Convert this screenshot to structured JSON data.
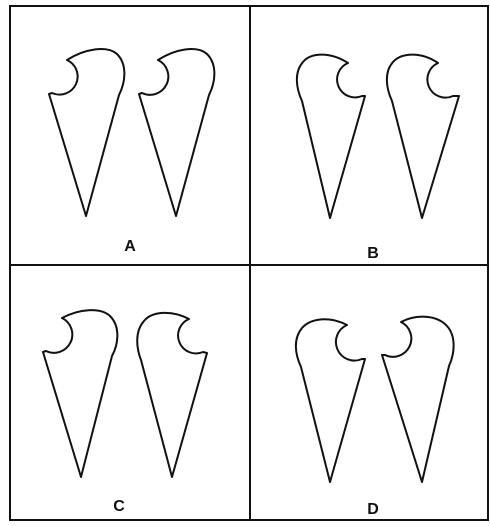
{
  "figure": {
    "panels": [
      {
        "id": "A",
        "label": "A"
      },
      {
        "id": "B",
        "label": "B"
      },
      {
        "id": "C",
        "label": "C"
      },
      {
        "id": "D",
        "label": "D"
      }
    ],
    "colors": {
      "stroke": "#111111",
      "background": "#ffffff"
    }
  }
}
